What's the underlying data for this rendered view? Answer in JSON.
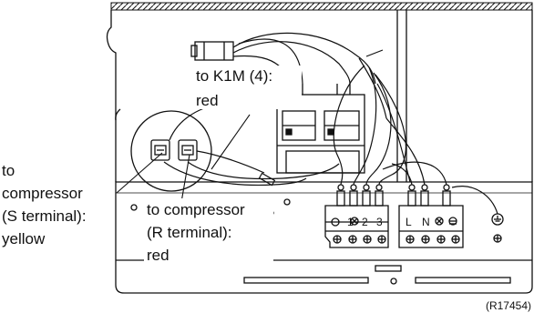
{
  "callouts": {
    "k1m_line1": "to K1M (4):",
    "k1m_line2": "red",
    "compressor_s_line1": "to",
    "compressor_s_line2": "compressor",
    "compressor_s_line3": "(S terminal):",
    "compressor_s_line4": "yellow",
    "compressor_r_line1": "to compressor",
    "compressor_r_line2": "(R terminal):",
    "compressor_r_line3": "red"
  },
  "terminals": {
    "left_block": [
      "1",
      "2",
      "3"
    ],
    "right_block": [
      "L",
      "N"
    ]
  },
  "reference_code": "(R17454)",
  "colors": {
    "line": "#111111",
    "background": "#ffffff"
  }
}
